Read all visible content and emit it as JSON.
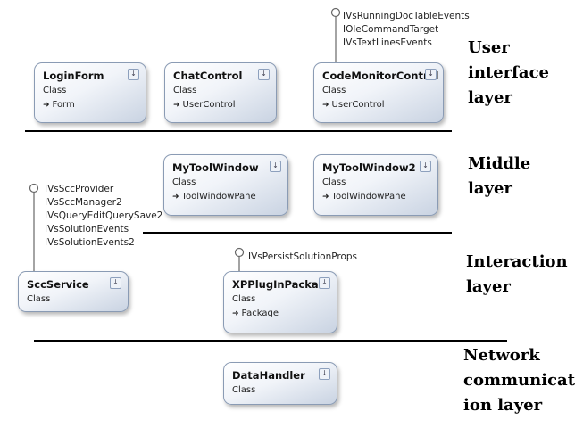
{
  "classes": {
    "login_form": {
      "name": "LoginForm",
      "kind": "Class",
      "base": "Form"
    },
    "chat_control": {
      "name": "ChatControl",
      "kind": "Class",
      "base": "UserControl"
    },
    "code_monitor_control": {
      "name": "CodeMonitorControl",
      "kind": "Class",
      "base": "UserControl",
      "interfaces": [
        "IVsRunningDocTableEvents",
        "IOleCommandTarget",
        "IVsTextLinesEvents"
      ]
    },
    "my_tool_window": {
      "name": "MyToolWindow",
      "kind": "Class",
      "base": "ToolWindowPane"
    },
    "my_tool_window2": {
      "name": "MyToolWindow2",
      "kind": "Class",
      "base": "ToolWindowPane"
    },
    "scc_service": {
      "name": "SccService",
      "kind": "Class",
      "interfaces": [
        "IVsSccProvider",
        "IVsSccManager2",
        "IVsQueryEditQuerySave2",
        "IVsSolutionEvents",
        "IVsSolutionEvents2"
      ]
    },
    "xp_plugin_package": {
      "name": "XPPlugInPacka...",
      "kind": "Class",
      "base": "Package",
      "interfaces": [
        "IVsPersistSolutionProps"
      ]
    },
    "data_handler": {
      "name": "DataHandler",
      "kind": "Class"
    }
  },
  "layers": {
    "user_interface": [
      "User",
      "interface",
      "layer"
    ],
    "middle": [
      "Middle",
      "layer"
    ],
    "interaction": [
      "Interaction",
      "layer"
    ],
    "network": [
      "Network",
      "communicat",
      "ion layer"
    ]
  },
  "icons": {
    "expand": "chevron-double-down-icon",
    "inherits": "inheritance-arrow-icon",
    "implements": "interface-lollipop-icon"
  }
}
